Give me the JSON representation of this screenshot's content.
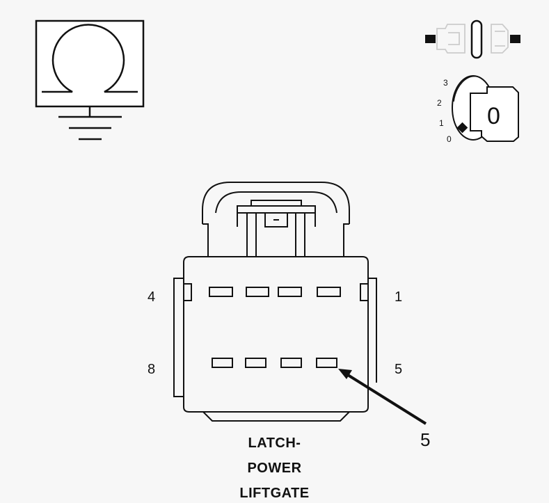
{
  "connector": {
    "title_lines": [
      "LATCH-",
      "POWER",
      "LIFTGATE"
    ],
    "pin_labels": {
      "top_left": "4",
      "top_right": "1",
      "bottom_left": "8",
      "bottom_right": "5"
    },
    "callout_pin": "5"
  },
  "ignition_key": {
    "positions": [
      "3",
      "2",
      "1",
      "0"
    ],
    "key_label": "0"
  },
  "icons": {
    "resistance": "ohmmeter-ground-icon",
    "disconnect": "connector-disconnected-icon",
    "ignition": "ignition-key-off-icon"
  }
}
